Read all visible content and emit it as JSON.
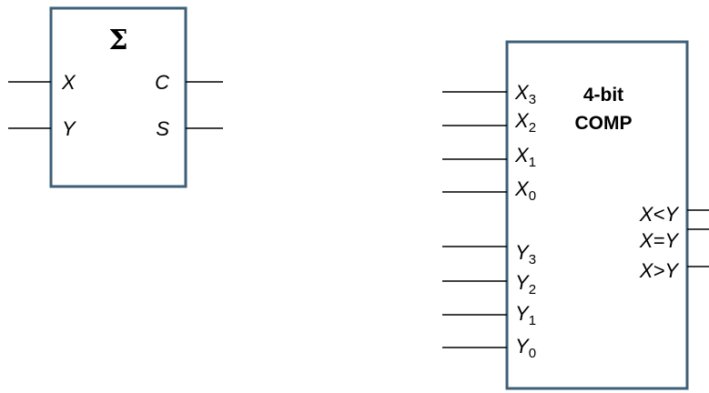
{
  "adder": {
    "symbol": "Σ",
    "inputs": [
      {
        "name": "X"
      },
      {
        "name": "Y"
      }
    ],
    "outputs": [
      {
        "name": "C"
      },
      {
        "name": "S"
      }
    ]
  },
  "comparator": {
    "title_line1": "4-bit",
    "title_line2": "COMP",
    "x_inputs": [
      {
        "name": "X",
        "sub": "3"
      },
      {
        "name": "X",
        "sub": "2"
      },
      {
        "name": "X",
        "sub": "1"
      },
      {
        "name": "X",
        "sub": "0"
      }
    ],
    "y_inputs": [
      {
        "name": "Y",
        "sub": "3"
      },
      {
        "name": "Y",
        "sub": "2"
      },
      {
        "name": "Y",
        "sub": "1"
      },
      {
        "name": "Y",
        "sub": "0"
      }
    ],
    "outputs": [
      {
        "name": "X<Y"
      },
      {
        "name": "X=Y"
      },
      {
        "name": "X>Y"
      }
    ]
  },
  "colors": {
    "box_border": "#3e5f77",
    "wire": "#000000"
  }
}
